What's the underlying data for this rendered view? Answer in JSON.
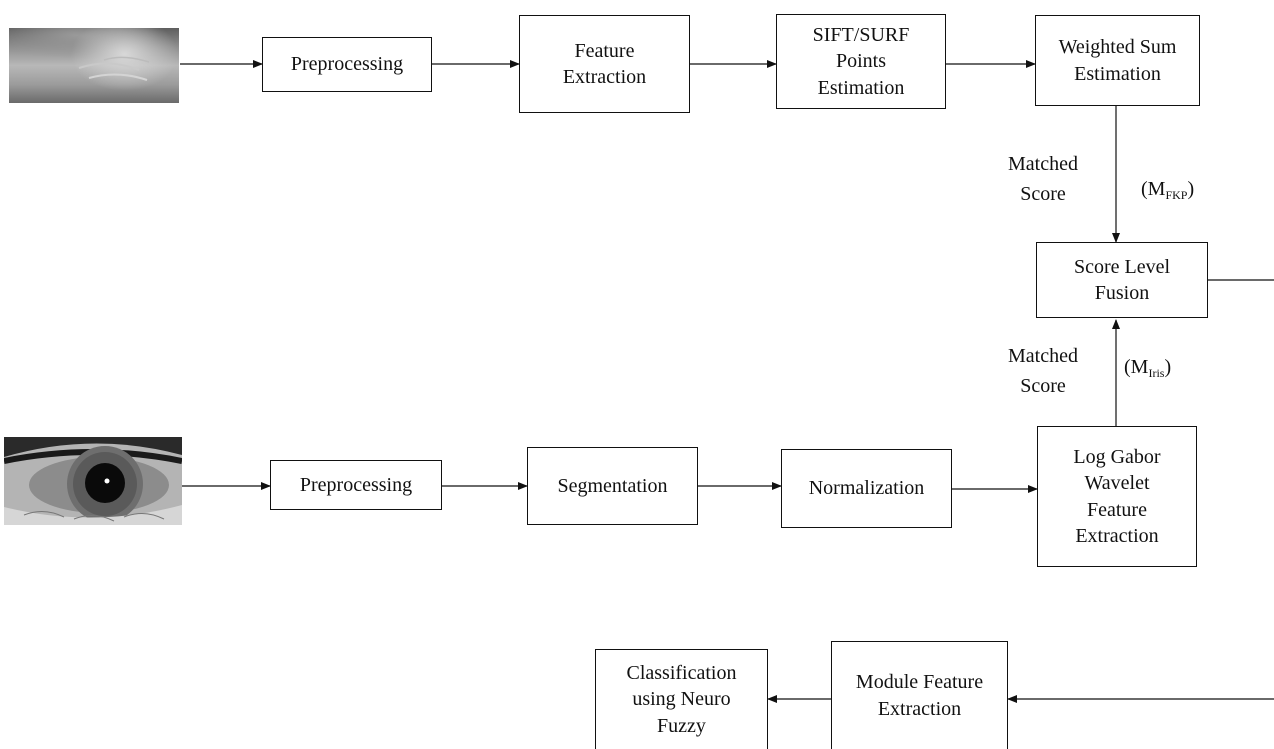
{
  "fkp_row": {
    "image": "finger-knuckle-image",
    "preprocessing": [
      "Preprocessing"
    ],
    "feature_extraction": [
      "Feature",
      "Extraction"
    ],
    "sift_surf": [
      "SIFT/SURF",
      "Points",
      "Estimation"
    ],
    "weighted_sum": [
      "Weighted Sum",
      "Estimation"
    ]
  },
  "fkp_score": {
    "label": [
      "Matched",
      "Score"
    ],
    "symbol": "M",
    "subscript": "FKP"
  },
  "fusion": [
    "Score Level",
    "Fusion"
  ],
  "iris_score": {
    "label": [
      "Matched",
      "Score"
    ],
    "symbol": "M",
    "subscript": "Iris"
  },
  "iris_row": {
    "image": "eye-iris-image",
    "preprocessing": [
      "Preprocessing"
    ],
    "segmentation": [
      "Segmentation"
    ],
    "normalization": [
      "Normalization"
    ],
    "log_gabor": [
      "Log Gabor",
      "Wavelet",
      "Feature",
      "Extraction"
    ]
  },
  "bottom_row": {
    "module_feature": [
      "Module Feature",
      "Extraction"
    ],
    "classification": [
      "Classification",
      "using Neuro",
      "Fuzzy"
    ]
  }
}
